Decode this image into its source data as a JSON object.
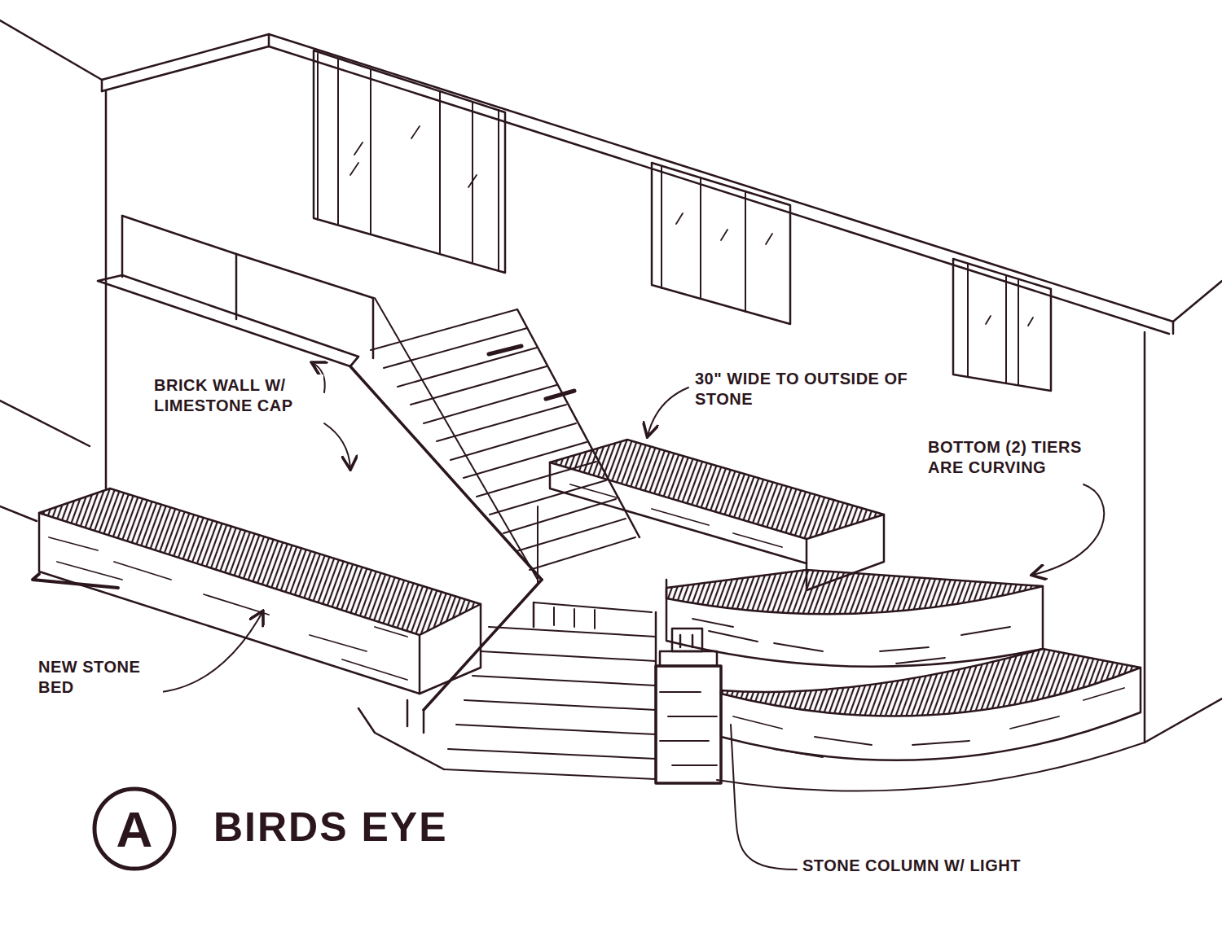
{
  "diagram": {
    "title": "BIRDS EYE",
    "nodes": [
      {
        "text": [
          "A"
        ]
      }
    ],
    "labels": [
      "BRICK WALL W/ LIMESTONE CAP",
      "30\" WIDE TO OUTSIDE OF STONE",
      "BOTTOM (2) TIERS ARE CURVING",
      "NEW STONE BED",
      "STONE COLUMN W/ LIGHT"
    ]
  }
}
